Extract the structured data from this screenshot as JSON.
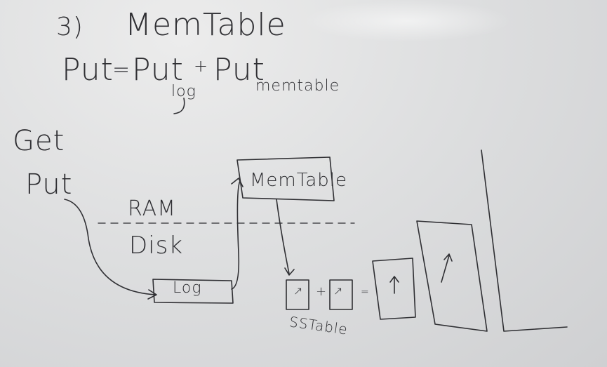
{
  "board": {
    "heading": {
      "number": "3)",
      "title": "MemTable"
    },
    "formula": {
      "lhs": "Put",
      "equals": "=",
      "term1": "Put",
      "term1_sub": "log",
      "plus": "+",
      "term2": "Put",
      "term2_sub": "memtable"
    },
    "ops": {
      "get": "Get",
      "put": "Put"
    },
    "layers": {
      "ram": "RAM",
      "disk": "Disk"
    },
    "boxes": {
      "memtable": "MemTable",
      "log": "Log"
    },
    "sstable": {
      "label": "SSTable",
      "arrow_glyph": "↗",
      "plus": "+",
      "equals": "="
    },
    "ink_color": "#2f2f33",
    "board_color": "#d9dadb"
  }
}
